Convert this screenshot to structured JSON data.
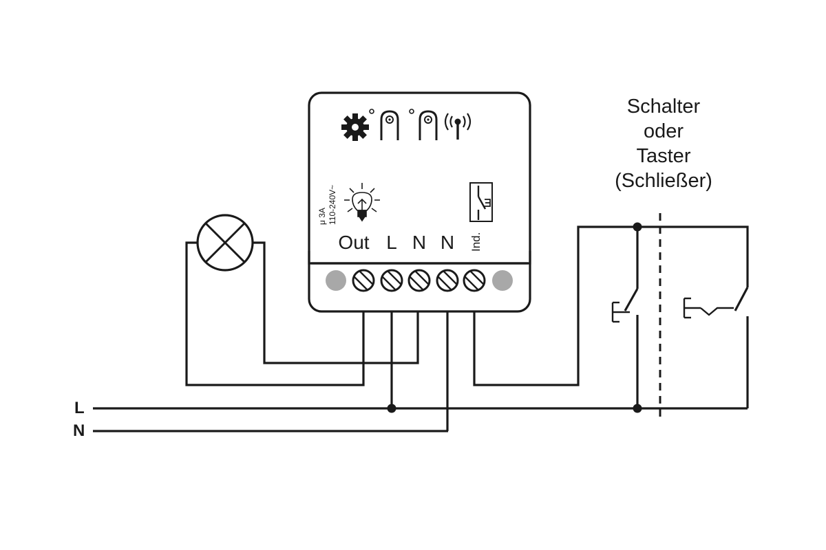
{
  "switch_label": {
    "line1": "Schalter",
    "line2": "oder",
    "line3": "Taster",
    "line4": "(Schließer)"
  },
  "module": {
    "rating_current": "μ 3A",
    "rating_voltage": "110-240V~",
    "terminals": {
      "out": "Out",
      "l": "L",
      "n1": "N",
      "n2": "N",
      "ind": "Ind."
    },
    "top_icons": [
      "gear-icon",
      "finger-tap-icon",
      "finger-tap-icon",
      "radio-antenna-icon"
    ],
    "bottom_icons": [
      "light-bulb-icon",
      "switch-input-icon"
    ]
  },
  "lines": {
    "live": "L",
    "neutral": "N"
  },
  "colors": {
    "ink": "#1a1a1a",
    "terminal_blank": "#a8a8a8"
  }
}
